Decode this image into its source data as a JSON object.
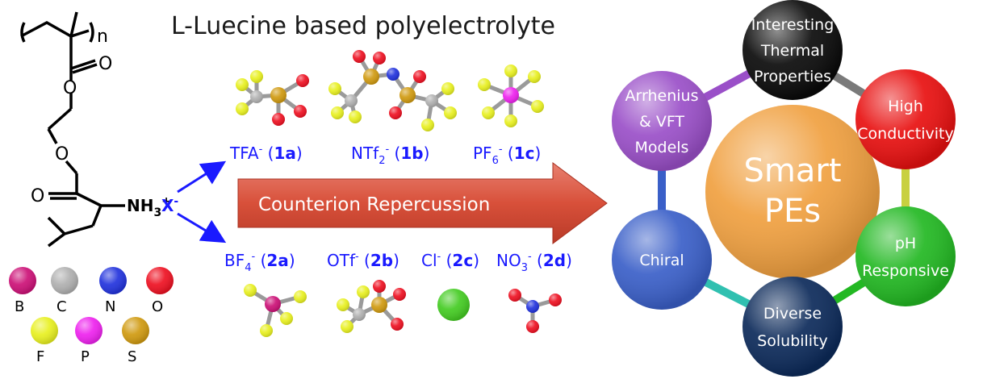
{
  "title": "L-Luecine based polyelectrolyte",
  "structure": {
    "repeat_label": "n",
    "o1": "O",
    "o2": "O",
    "o3": "O",
    "o4": "O",
    "amine": "NH",
    "amine_sub": "3",
    "amine_sup": "+",
    "counterion": "X",
    "counterion_sup": "-"
  },
  "legend": [
    {
      "label": "B",
      "color": "#cc1177"
    },
    {
      "label": "C",
      "color": "#b0b0b0"
    },
    {
      "label": "N",
      "color": "#2233dd"
    },
    {
      "label": "O",
      "color": "#ee1122"
    },
    {
      "label": "F",
      "color": "#e8f020"
    },
    {
      "label": "P",
      "color": "#ee22ee"
    },
    {
      "label": "S",
      "color": "#d09a10"
    }
  ],
  "anions_top": [
    {
      "base": "TFA",
      "sub": "",
      "sup": "-",
      "code": "1a"
    },
    {
      "base": "NTf",
      "sub": "2",
      "sup": "-",
      "code": "1b"
    },
    {
      "base": "PF",
      "sub": "6",
      "sup": "-",
      "code": "1c"
    }
  ],
  "anions_bottom": [
    {
      "base": "BF",
      "sub": "4",
      "sup": "-",
      "code": "2a"
    },
    {
      "base": "OTf",
      "sub": "",
      "sup": "-",
      "code": "2b"
    },
    {
      "base": "Cl",
      "sub": "",
      "sup": "-",
      "code": "2c"
    },
    {
      "base": "NO",
      "sub": "3",
      "sup": "-",
      "code": "2d"
    }
  ],
  "arrow_label": "Counterion Repercussion",
  "center": {
    "line1": "Smart",
    "line2": "PEs",
    "color": "#f0a040"
  },
  "properties": [
    {
      "lines": [
        "Interesting",
        "Thermal",
        "Properties"
      ],
      "color": "#0a0a0a",
      "text_color": "#ffffff"
    },
    {
      "lines": [
        "High",
        "Conductivity"
      ],
      "color": "#e81010",
      "text_color": "#ffffff"
    },
    {
      "lines": [
        "pH",
        "Responsive"
      ],
      "color": "#22b822",
      "text_color": "#ffffff"
    },
    {
      "lines": [
        "Diverse",
        "Solubility"
      ],
      "color": "#0c2a5a",
      "text_color": "#ffffff"
    },
    {
      "lines": [
        "Chiral"
      ],
      "color": "#3a5fc8",
      "text_color": "#ffffff"
    },
    {
      "lines": [
        "Arrhenius",
        "& VFT",
        "Models"
      ],
      "color": "#9a4fc8",
      "text_color": "#ffffff"
    }
  ],
  "ring_colors": [
    "#7a7a7a",
    "#c8d040",
    "#22b822",
    "#30c0b0",
    "#3a5fc8",
    "#9a4fc8"
  ]
}
